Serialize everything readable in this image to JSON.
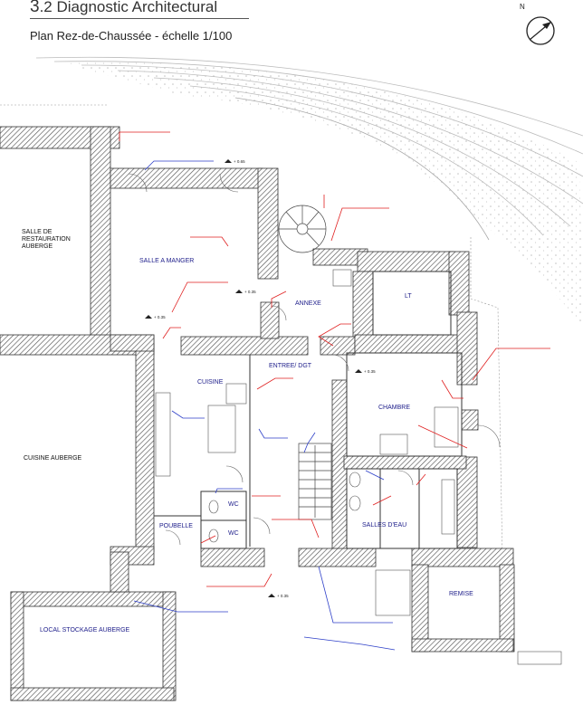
{
  "header": {
    "section_number": "3",
    "section_rest": ".2 Diagnostic Architectural",
    "subtitle": "Plan Rez-de-Chaussée - échelle 1/100"
  },
  "north": {
    "label": "N"
  },
  "rooms": {
    "salle_restauration": [
      "SALLE DE",
      "RESTAURATION",
      "AUBERGE"
    ],
    "salle_a_manger": "SALLE A MANGER",
    "annexe": "ANNEXE",
    "lt": "LT",
    "entree_dgt": "ENTREE/ DGT",
    "cuisine": "CUISINE",
    "chambre": "CHAMBRE",
    "cuisine_auberge": "CUISINE AUBERGE",
    "wc_1": "WC",
    "wc_2": "WC",
    "poubelle": "POUBELLE",
    "salles_deau": "SALLES D'EAU",
    "remise": "REMISE",
    "local_stockage": "LOCAL STOCKAGE AUBERGE"
  },
  "levels": {
    "l1": "+ 0.65",
    "l2": "+ 0.35",
    "l3": "+ 0.35",
    "l4": "+ 0.35",
    "l5": "+ 0.35"
  },
  "colors": {
    "wall_hatch": "#555555",
    "annotation_red": "#e02020",
    "annotation_blue": "#2d3fc8",
    "label_blue": "#1d1d8a"
  }
}
